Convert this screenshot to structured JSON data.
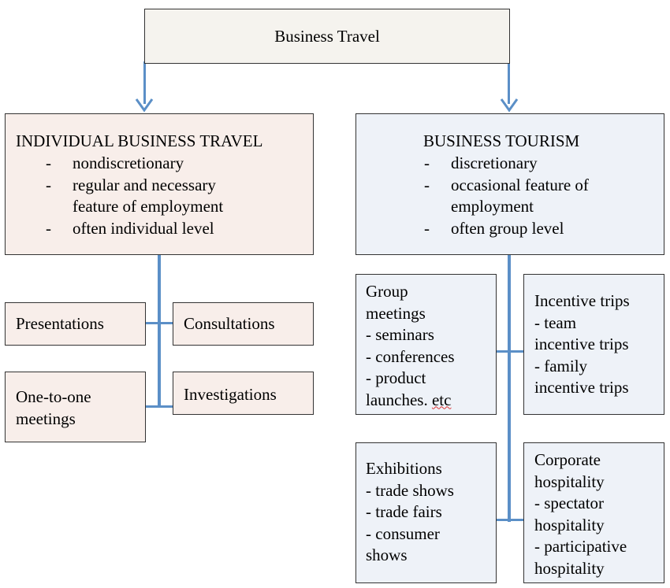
{
  "root": {
    "label": "Business Travel"
  },
  "individual": {
    "title": "INDIVIDUAL BUSINESS TRAVEL",
    "points": [
      [
        "nondiscretionary"
      ],
      [
        "regular and necessary",
        "feature of employment"
      ],
      [
        "often individual level"
      ]
    ]
  },
  "tourism": {
    "title": "BUSINESS TOURISM",
    "points": [
      [
        "discretionary"
      ],
      [
        "occasional feature of",
        "employment"
      ],
      [
        "often group level"
      ]
    ]
  },
  "individual_items": {
    "presentations": "Presentations",
    "consultations": "Consultations",
    "one_to_one": [
      "One-to-one",
      "meetings"
    ],
    "investigations": "Investigations"
  },
  "tourism_items": {
    "group_meetings": [
      "Group",
      "meetings",
      "- seminars",
      "- conferences",
      "- product",
      "launches. ",
      "etc"
    ],
    "incentive_trips": [
      "Incentive trips",
      "- team",
      "incentive trips",
      "- family",
      "incentive trips"
    ],
    "exhibitions": [
      "Exhibitions",
      "- trade shows",
      "- trade fairs",
      "- consumer",
      "shows"
    ],
    "corporate_hospitality": [
      "Corporate",
      "hospitality",
      "- spectator",
      "hospitality",
      "- participative",
      "hospitality"
    ]
  },
  "colors": {
    "connector": "#5b8fc7",
    "pink_fill": "#f8eeea",
    "blue_fill": "#eef2f8"
  }
}
